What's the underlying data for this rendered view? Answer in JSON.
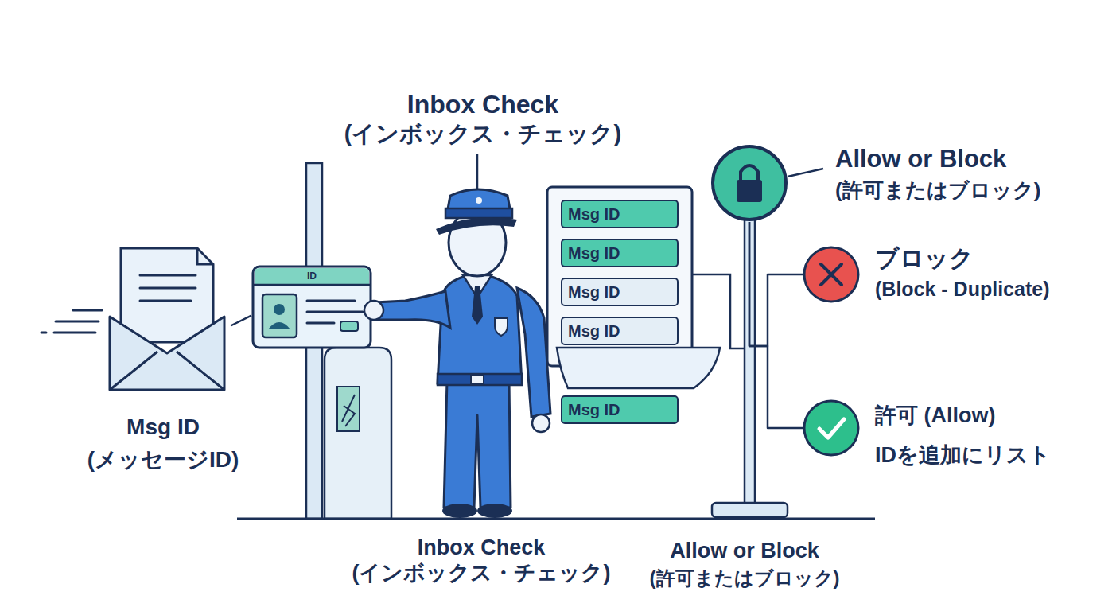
{
  "diagram": {
    "nodes": [
      {
        "text": [
          "Msg ID",
          "(メッセージID)"
        ]
      },
      {
        "text": [
          "ID"
        ]
      },
      {
        "text": [
          "Inbox Check",
          "(インボックス・チェック)"
        ]
      },
      {
        "text": [
          "Msg ID"
        ]
      },
      {
        "text": [
          "Msg ID"
        ]
      },
      {
        "text": [
          "Msg ID"
        ]
      },
      {
        "text": [
          "Msg ID"
        ]
      },
      {
        "text": [
          "Msg ID"
        ]
      },
      {
        "text": [
          "Allow or Block",
          "(許可またはブロック)"
        ]
      },
      {
        "text": [
          "ブロック",
          "(Block - Duplicate)"
        ]
      },
      {
        "text": [
          "許可 (Allow)",
          "IDを追加にリスト"
        ]
      }
    ],
    "edges": [
      {
        "from": 0,
        "to": 1,
        "arrow": "none"
      },
      {
        "from": 8,
        "to": 9,
        "arrow": "none"
      },
      {
        "from": 8,
        "to": 10,
        "arrow": "none"
      }
    ],
    "labels": [
      "Inbox Check",
      "(インボックス・チェック)",
      "Allow or Block",
      "(許可またはブロック)"
    ]
  }
}
